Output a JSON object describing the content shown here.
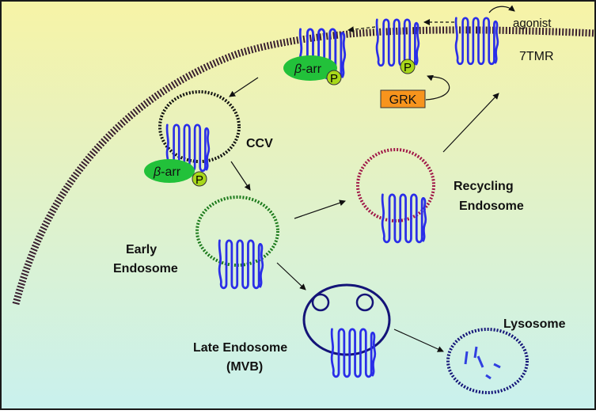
{
  "colors": {
    "background_top": "#f7f3a6",
    "background_bottom": "#c9f1ee",
    "frame": "#1a1a1a",
    "membrane": "#3a2030",
    "receptor": "#2a2ee8",
    "arrestin": "#22c13a",
    "phospho": "#a8d81a",
    "grk_fill": "#f7941d",
    "ccv_vesicle": "#111111",
    "early_endosome": "#1b7a1b",
    "recycling_endosome": "#a01848",
    "late_endosome": "#141478",
    "lysosome": "#141478",
    "lysosome_fragments": "#3040e0"
  },
  "labels": {
    "agonist": "agonist",
    "receptor": "7TMR",
    "grk": "GRK",
    "phospho": "P",
    "arrestin_prefix": "β",
    "arrestin_suffix": "-arr",
    "ccv": "CCV",
    "recycling_line1": "Recycling",
    "recycling_line2": "Endosome",
    "early_line1": "Early",
    "early_line2": "Endosome",
    "late_line1": "Late Endosome",
    "late_line2": "(MVB)",
    "lysosome": "Lysosome"
  }
}
